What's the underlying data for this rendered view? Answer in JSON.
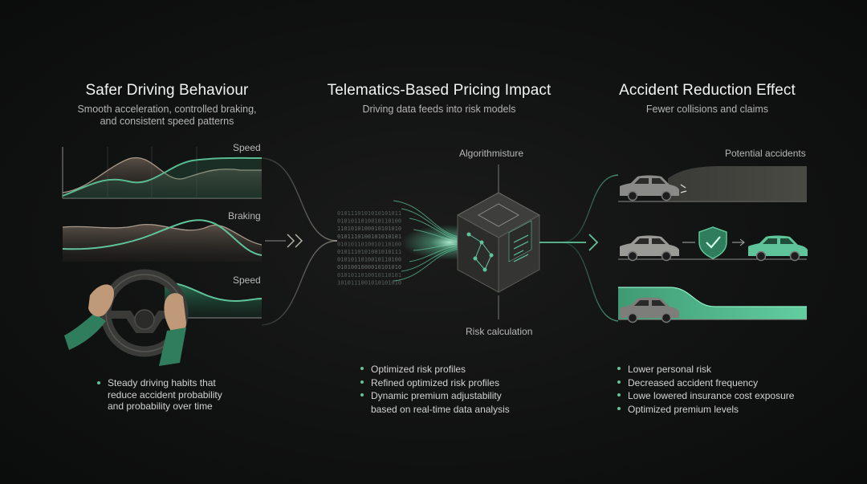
{
  "columns": {
    "left": {
      "title": "Safer Driving Behaviour",
      "subtitle_line1": "Smooth acceleration, controlled braking,",
      "subtitle_line2": "and consistent speed patterns",
      "chart_labels": [
        "Speed",
        "Braking",
        "Speed"
      ],
      "bullet_lines": [
        "Steady driving habits that",
        "reduce accident probability",
        "and probability over time"
      ]
    },
    "middle": {
      "title": "Telematics-Based Pricing Impact",
      "subtitle": "Driving data feeds into risk models",
      "top_label": "Algorithmisture",
      "bottom_label": "Risk calculation",
      "binary_lines": [
        "0101110101010101011",
        "0101011010010110100",
        "1101010100010101010",
        "0101110100101010101",
        "0101011010010110100",
        "0101110101001010111",
        "0101011010010110100",
        "0101001000010101010",
        "0101011010010110101",
        "1010111001010101010"
      ],
      "bullets": [
        "Optimized risk profiles",
        "Refined optimized risk profiles",
        "Dynamic premium adjustability"
      ],
      "bullet_continuation": "based on real-time data analysis"
    },
    "right": {
      "title": "Accident Reduction Effect",
      "subtitle": "Fewer collisions and claims",
      "top_label": "Potential accidents",
      "bullets": [
        "Lower personal risk",
        "Decreased accident frequency",
        "Lowe lowered insurance cost exposure",
        "Optimized premium levels"
      ]
    }
  },
  "colors": {
    "accent": "#5fc49a",
    "accent_dark": "#2f7d5d",
    "panel": "#2a2a28",
    "background": "#111212"
  },
  "icons": [
    "steering-wheel-icon",
    "data-cube-icon",
    "shield-check-icon",
    "car-icon",
    "arrow-icon"
  ]
}
